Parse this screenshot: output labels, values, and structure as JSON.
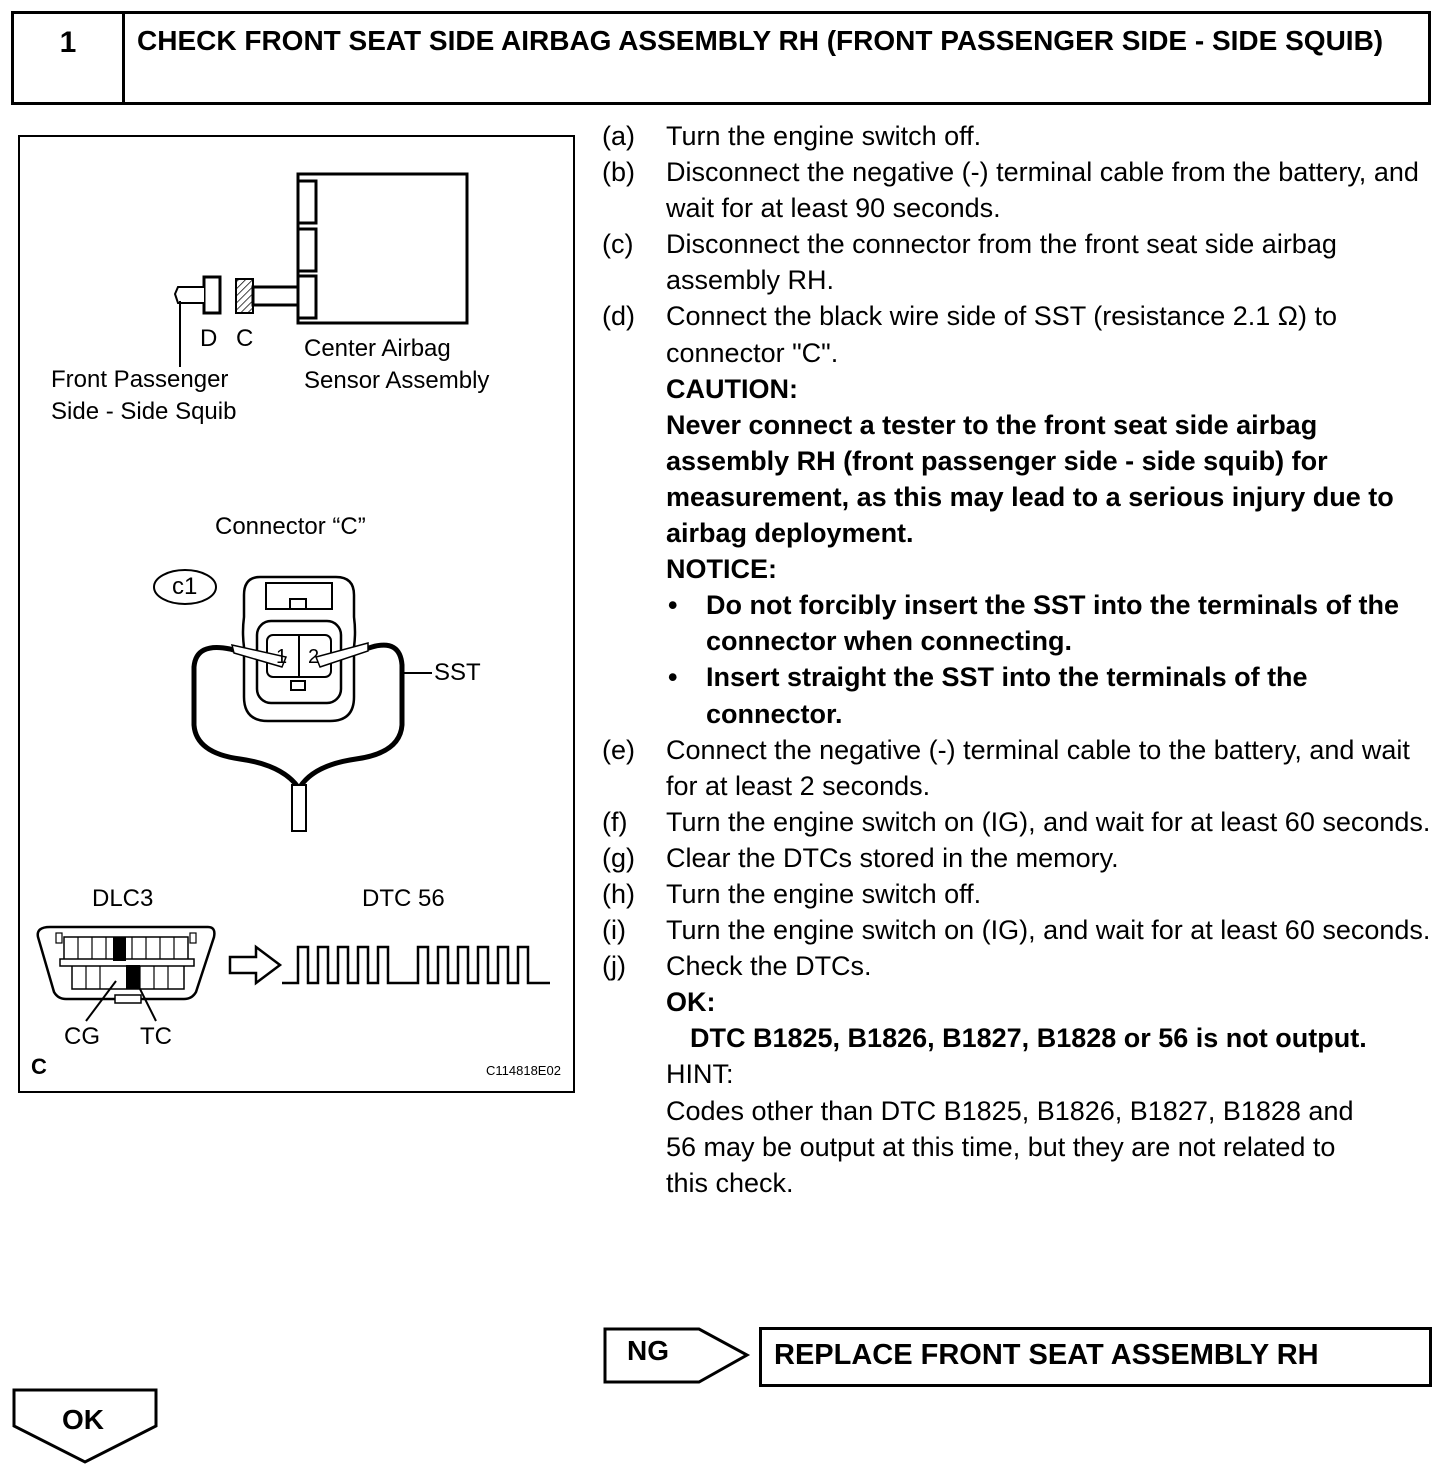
{
  "header": {
    "step_number": "1",
    "title": "CHECK FRONT SEAT SIDE AIRBAG ASSEMBLY RH (FRONT PASSENGER SIDE - SIDE SQUIB)"
  },
  "figure": {
    "label_d": "D",
    "label_c": "C",
    "center_sensor_line1": "Center Airbag",
    "center_sensor_line2": "Sensor Assembly",
    "front_squib_line1": "Front Passenger",
    "front_squib_line2": "Side - Side Squib",
    "connector_title": "Connector “C”",
    "connector_tag": "c1",
    "pin1": "1",
    "pin2": "2",
    "sst_label": "SST",
    "dlc3_label": "DLC3",
    "dtc_label": "DTC 56",
    "cg_label": "CG",
    "tc_label": "TC",
    "corner_letter": "C",
    "figure_code": "C114818E02"
  },
  "steps": [
    {
      "label": "(a)",
      "text": "Turn the engine switch off."
    },
    {
      "label": "(b)",
      "text": "Disconnect the negative (-) terminal cable from the battery, and wait for at least 90 seconds."
    },
    {
      "label": "(c)",
      "text": "Disconnect the connector from the front seat side airbag assembly RH."
    },
    {
      "label": "(d)",
      "text": "Connect the black wire side of SST (resistance 2.1 Ω) to connector \"C\"."
    }
  ],
  "caution": {
    "heading": "CAUTION:",
    "text": "Never connect a tester to the front seat side airbag assembly RH (front passenger side - side squib) for measurement, as this may lead to a serious injury due to airbag deployment."
  },
  "notice": {
    "heading": "NOTICE:",
    "bullet": "•",
    "items": [
      "Do not forcibly insert the SST into the terminals of the connector when connecting.",
      "Insert straight the SST into the terminals of the connector."
    ]
  },
  "steps2": [
    {
      "label": "(e)",
      "text": "Connect the negative (-) terminal cable to the battery, and wait for at least 2 seconds."
    },
    {
      "label": "(f)",
      "text": "Turn the engine switch on (IG), and wait for at least 60 seconds."
    },
    {
      "label": "(g)",
      "text": "Clear the DTCs stored in the memory."
    },
    {
      "label": "(h)",
      "text": "Turn the engine switch off."
    },
    {
      "label": "(i)",
      "text": "Turn the engine switch on (IG), and wait for at least 60 seconds."
    },
    {
      "label": "(j)",
      "text": "Check the DTCs."
    }
  ],
  "ok_result": {
    "heading": "OK:",
    "text": "DTC B1825, B1826, B1827, B1828 or 56 is not output."
  },
  "hint": {
    "heading": "HINT:",
    "text": "Codes other than DTC B1825, B1826, B1827, B1828 and 56 may be output at this time, but they are not related to this check."
  },
  "ng": {
    "label": "NG",
    "action": "REPLACE FRONT SEAT ASSEMBLY RH"
  },
  "ok_arrow": {
    "label": "OK"
  }
}
